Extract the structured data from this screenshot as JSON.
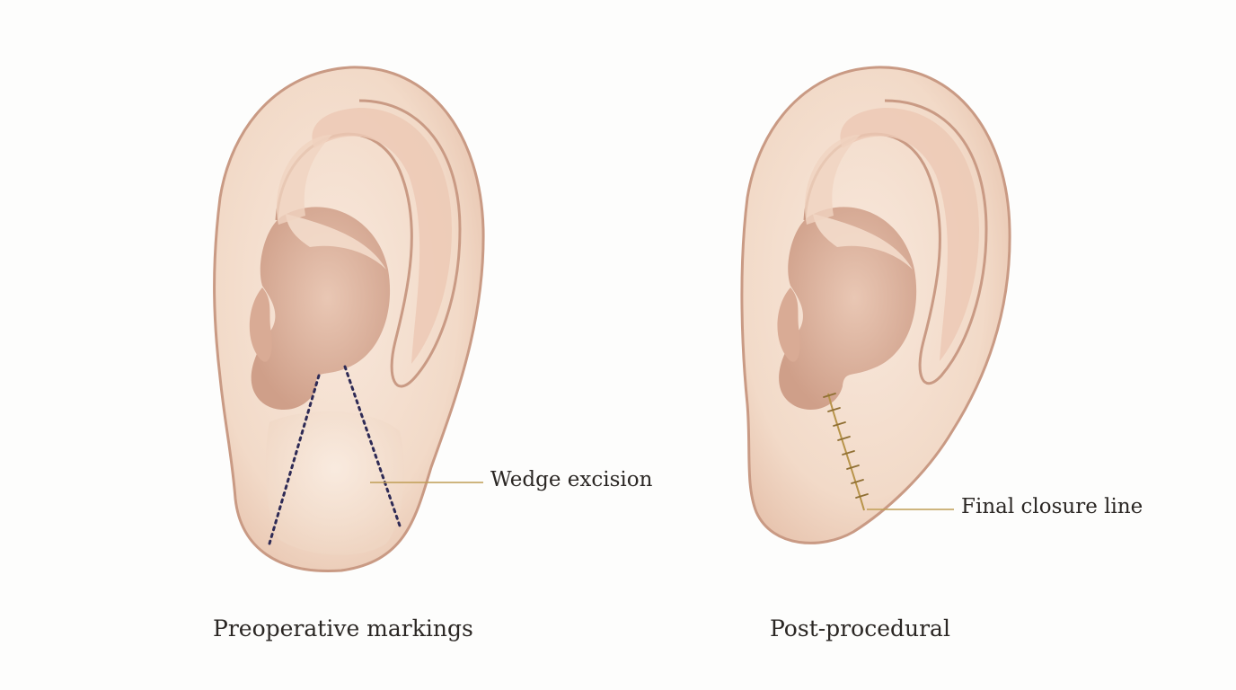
{
  "panels": [
    {
      "caption": "Preoperative markings",
      "callout": "Wedge excision"
    },
    {
      "caption": "Post-procedural",
      "callout": "Final closure line"
    }
  ],
  "colors": {
    "skin": "#f3dccb",
    "skin_shadow": "#e3bba5",
    "concha": "#d6a590",
    "outline": "#c99a84",
    "marking": "#2e2a55",
    "suture": "#b8944a",
    "leader": "#bf9d55",
    "text": "#2b2724"
  }
}
